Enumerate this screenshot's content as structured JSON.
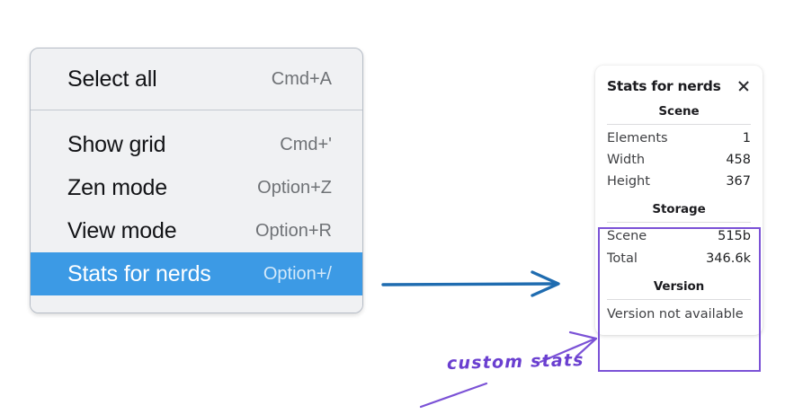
{
  "menu": {
    "sections": [
      {
        "items": [
          {
            "label": "Select all",
            "shortcut": "Cmd+A",
            "highlighted": false
          }
        ]
      },
      {
        "items": [
          {
            "label": "Show grid",
            "shortcut": "Cmd+'",
            "highlighted": false
          },
          {
            "label": "Zen mode",
            "shortcut": "Option+Z",
            "highlighted": false
          },
          {
            "label": "View mode",
            "shortcut": "Option+R",
            "highlighted": false
          },
          {
            "label": "Stats for nerds",
            "shortcut": "Option+/",
            "highlighted": true
          }
        ]
      }
    ],
    "highlight_color": "#3c9ae5",
    "background_color": "#f0f1f3"
  },
  "stats_panel": {
    "title": "Stats for nerds",
    "close_icon": "close-icon",
    "sections": [
      {
        "heading": "Scene",
        "rows": [
          {
            "label": "Elements",
            "value": "1"
          },
          {
            "label": "Width",
            "value": "458"
          },
          {
            "label": "Height",
            "value": "367"
          }
        ]
      },
      {
        "heading": "Storage",
        "rows": [
          {
            "label": "Scene",
            "value": "515b"
          },
          {
            "label": "Total",
            "value": "346.6k"
          }
        ]
      },
      {
        "heading": "Version",
        "single_line": "Version not available"
      }
    ],
    "highlight_border_color": "#7b52d6"
  },
  "annotations": {
    "handwritten_label": "custom stats",
    "handwritten_color": "#6a3fd0",
    "blue_arrow_color": "#1f6cb0",
    "purple_arrow_color": "#7b52d6"
  }
}
